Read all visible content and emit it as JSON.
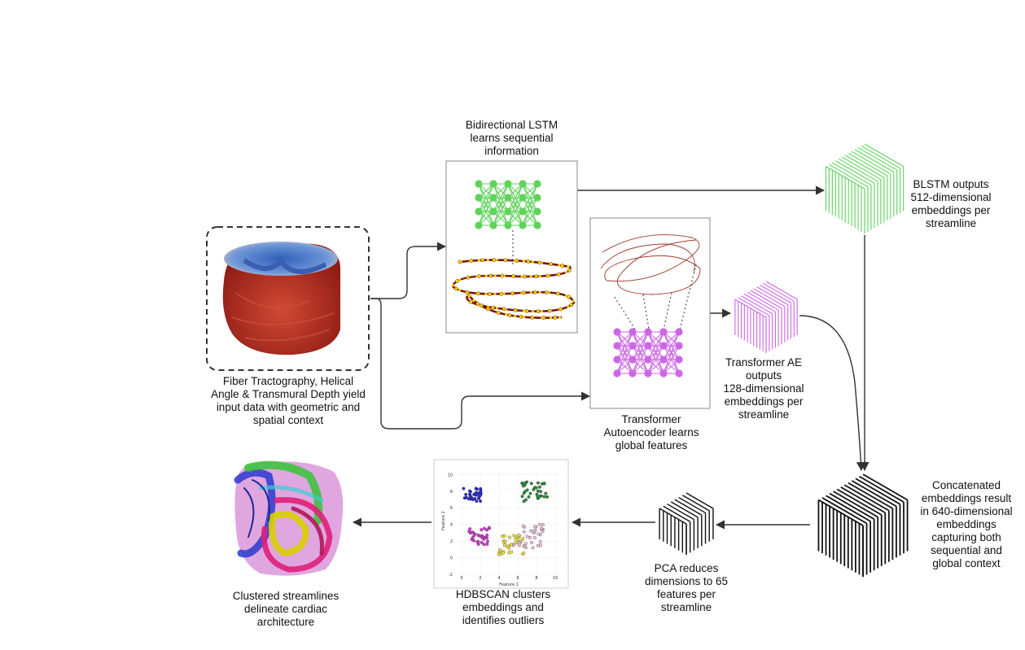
{
  "input": {
    "caption": [
      "Fiber Tractography,  Helical",
      "Angle & Transmural Depth yield",
      "input data with geometric and",
      "spatial context"
    ]
  },
  "blstm": {
    "caption": [
      "Bidirectional LSTM",
      "learns sequential",
      "information"
    ],
    "output_caption": [
      "BLSTM outputs",
      "512-dimensional",
      "embeddings per",
      "streamline"
    ]
  },
  "transformer": {
    "caption": [
      "Transformer",
      "Autoencoder learns",
      "global features"
    ],
    "output_caption": [
      "Transformer AE",
      "outputs",
      "128-dimensional",
      "embeddings per",
      "streamline"
    ]
  },
  "concat": {
    "caption": [
      "Concatenated",
      "embeddings result",
      "in 640-dimensional",
      "embeddings",
      "capturing both",
      "sequential and",
      "global context"
    ]
  },
  "pca": {
    "caption": [
      "PCA reduces",
      "dimensions to 65",
      "features per",
      "streamline"
    ]
  },
  "hdbscan": {
    "caption": [
      "HDBSCAN clusters",
      "embeddings and",
      "identifies outliers"
    ],
    "plot": {
      "xlabel": "Feature 1",
      "ylabel": "Feature 2",
      "xticks": [
        "0",
        "2",
        "4",
        "6",
        "8",
        "10"
      ],
      "yticks": [
        "10",
        "8",
        "6",
        "4",
        "2",
        "0",
        "-2"
      ]
    }
  },
  "result": {
    "caption": [
      "Clustered streamlines",
      "delineate cardiac",
      "architecture"
    ]
  },
  "colors": {
    "blstm_green": "#5fd35a",
    "transformer_purple": "#cc66e6",
    "concat_black": "#111111",
    "heart_red": "#b02a1f",
    "heart_blue": "#4a78c8",
    "cluster_blue": "#2a2ad0",
    "cluster_green": "#2e8b3e",
    "cluster_magenta": "#d23bd2",
    "cluster_yellow": "#f0e442",
    "cluster_pink": "#f2c0dc"
  }
}
